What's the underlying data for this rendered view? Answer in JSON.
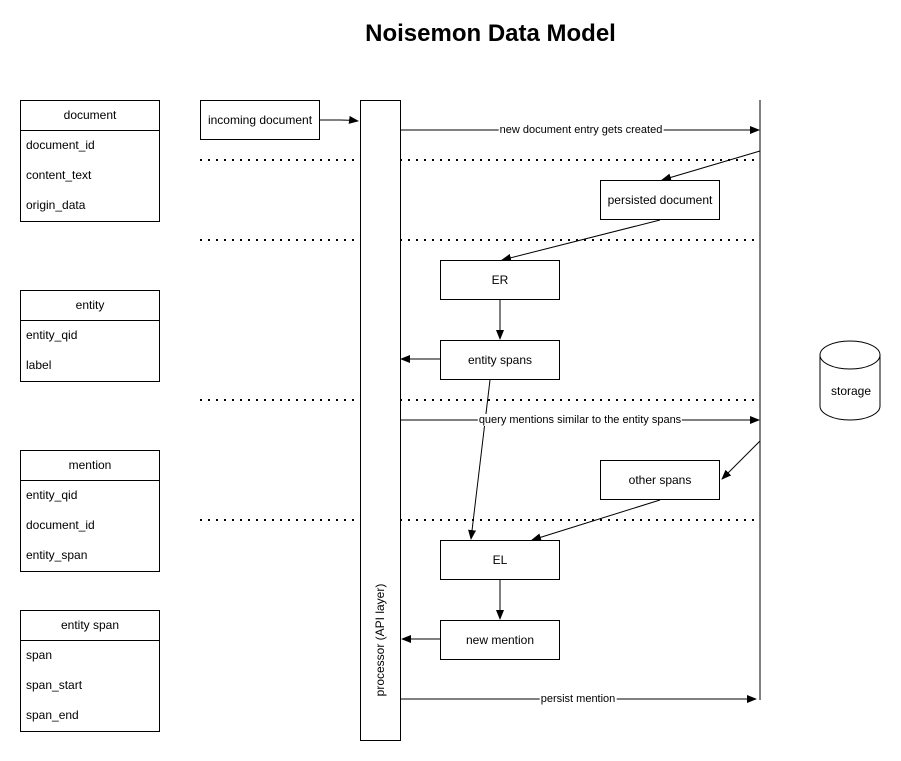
{
  "title": "Noisemon Data Model",
  "entities": [
    {
      "name": "document",
      "fields": [
        "document_id",
        "content_text",
        "origin_data"
      ]
    },
    {
      "name": "entity",
      "fields": [
        "entity_qid",
        "label"
      ]
    },
    {
      "name": "mention",
      "fields": [
        "entity_qid",
        "document_id",
        "entity_span"
      ]
    },
    {
      "name": "entity span",
      "fields": [
        "span",
        "span_start",
        "span_end"
      ]
    }
  ],
  "flow": {
    "incoming_document": "incoming document",
    "processor": "processor (API layer)",
    "persisted_document": "persisted document",
    "er": "ER",
    "entity_spans": "entity spans",
    "other_spans": "other spans",
    "el": "EL",
    "new_mention": "new mention",
    "storage": "storage"
  },
  "edges": {
    "new_document": "new document entry gets created",
    "query_mentions": "query mentions similar to the entity spans",
    "persist_mention": "persist mention"
  }
}
